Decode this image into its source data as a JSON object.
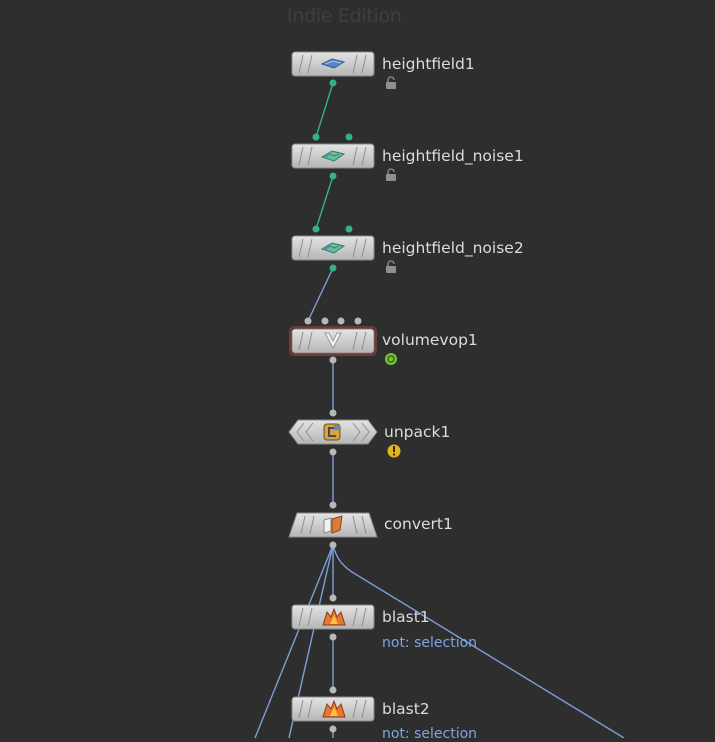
{
  "watermark": "Indie Edition",
  "colors": {
    "background": "#2e2e2e",
    "heightfield_wire": "#33b08e",
    "geometry_wire": "#7d9fd6",
    "node_body": "#c8c8c8",
    "node_selected_outline": "#8a3a3a",
    "text": "#dcdcdc",
    "comment_text": "#7ea6e0"
  },
  "nodes": [
    {
      "id": "heightfield1",
      "label": "heightfield1",
      "icon": "heightfield-icon",
      "flag": "lock-icon"
    },
    {
      "id": "heightfield_noise1",
      "label": "heightfield_noise1",
      "icon": "heightfield-noise-icon",
      "flag": "lock-icon"
    },
    {
      "id": "heightfield_noise2",
      "label": "heightfield_noise2",
      "icon": "heightfield-noise-icon",
      "flag": "lock-icon"
    },
    {
      "id": "volumevop1",
      "label": "volumevop1",
      "icon": "vop-icon",
      "flag": "hda-badge-icon",
      "selected": true
    },
    {
      "id": "unpack1",
      "label": "unpack1",
      "icon": "unpack-icon",
      "flag": "warning-icon"
    },
    {
      "id": "convert1",
      "label": "convert1",
      "icon": "convert-icon"
    },
    {
      "id": "blast1",
      "label": "blast1",
      "icon": "blast-icon",
      "comment": "not: selection"
    },
    {
      "id": "blast2",
      "label": "blast2",
      "icon": "blast-icon",
      "comment": "not: selection"
    }
  ]
}
